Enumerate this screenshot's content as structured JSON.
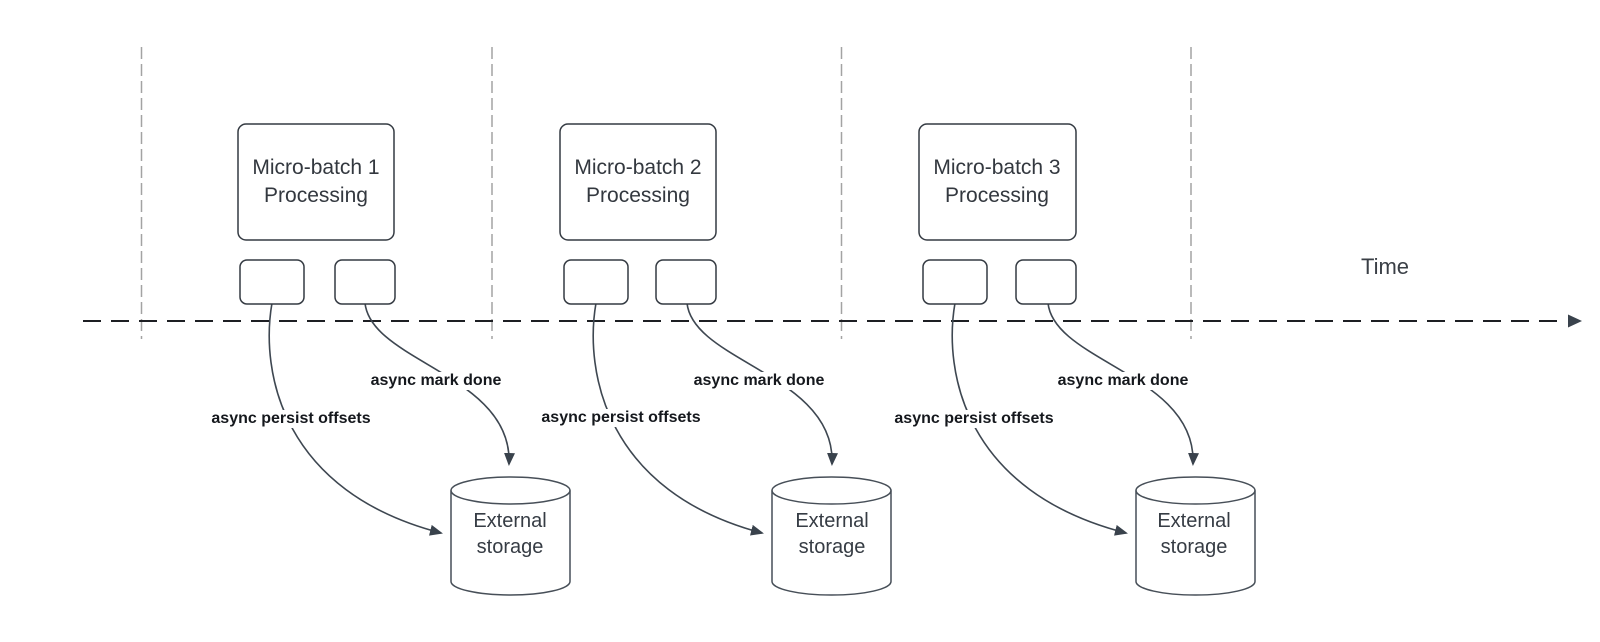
{
  "diagram": {
    "time_axis": {
      "label": "Time"
    },
    "batches": [
      {
        "title": "Micro-batch 1\nProcessing",
        "persist_label": "async persist offsets",
        "mark_done_label": "async mark done",
        "storage_label": "External\nstorage"
      },
      {
        "title": "Micro-batch 2\nProcessing",
        "persist_label": "async persist offsets",
        "mark_done_label": "async mark done",
        "storage_label": "External\nstorage"
      },
      {
        "title": "Micro-batch 3\nProcessing",
        "persist_label": "async persist offsets",
        "mark_done_label": "async mark done",
        "storage_label": "External\nstorage"
      }
    ],
    "colors": {
      "arrow_stroke": "#3e4751",
      "arrowhead_fill": "#39424c",
      "guide_line": "#a3a3a3",
      "timeline": "#1d1f23",
      "box_stroke": "#343a42",
      "label_text": "#15181d",
      "box_text": "#33383f"
    }
  }
}
